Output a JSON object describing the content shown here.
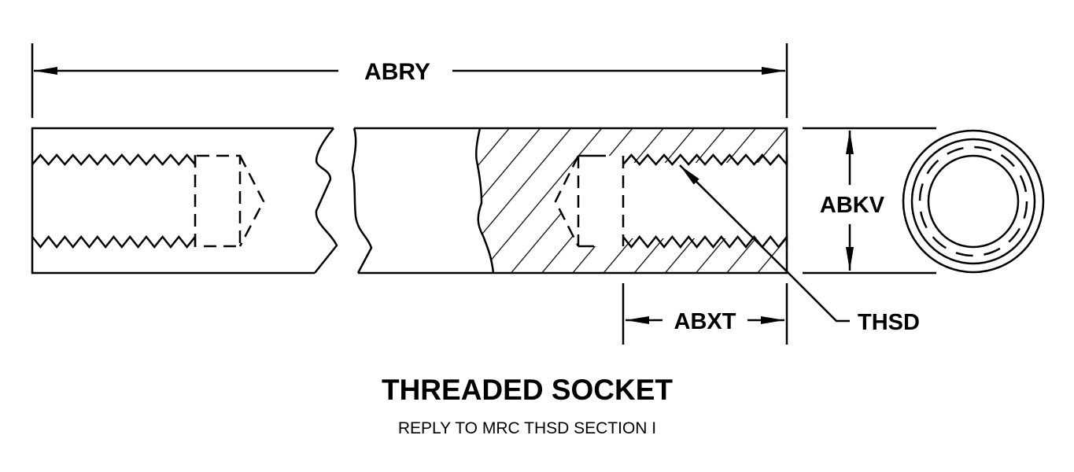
{
  "dimensions": {
    "overall_length": "ABRY",
    "outside_diameter": "ABKV",
    "thread_length": "ABXT",
    "thread_callout": "THSD"
  },
  "title": "THREADED SOCKET",
  "subtitle": "REPLY TO MRC THSD SECTION I"
}
